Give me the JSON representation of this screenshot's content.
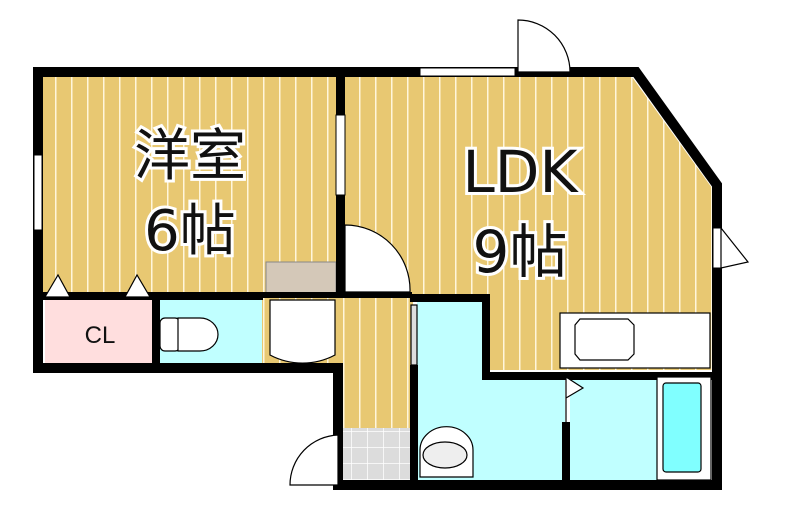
{
  "rooms": {
    "western_room": {
      "name": "洋室",
      "size": "6帖"
    },
    "ldk": {
      "name": "LDK",
      "size": "9帖"
    },
    "closet": {
      "name": "CL"
    }
  },
  "colors": {
    "floor": "#e8c872",
    "wet_area": "#c0ffff",
    "closet": "#ffdede",
    "bathtub": "#80ffff",
    "wall": "#000000",
    "storage": "#d4c8b8",
    "tile": "#dcdcdc"
  }
}
